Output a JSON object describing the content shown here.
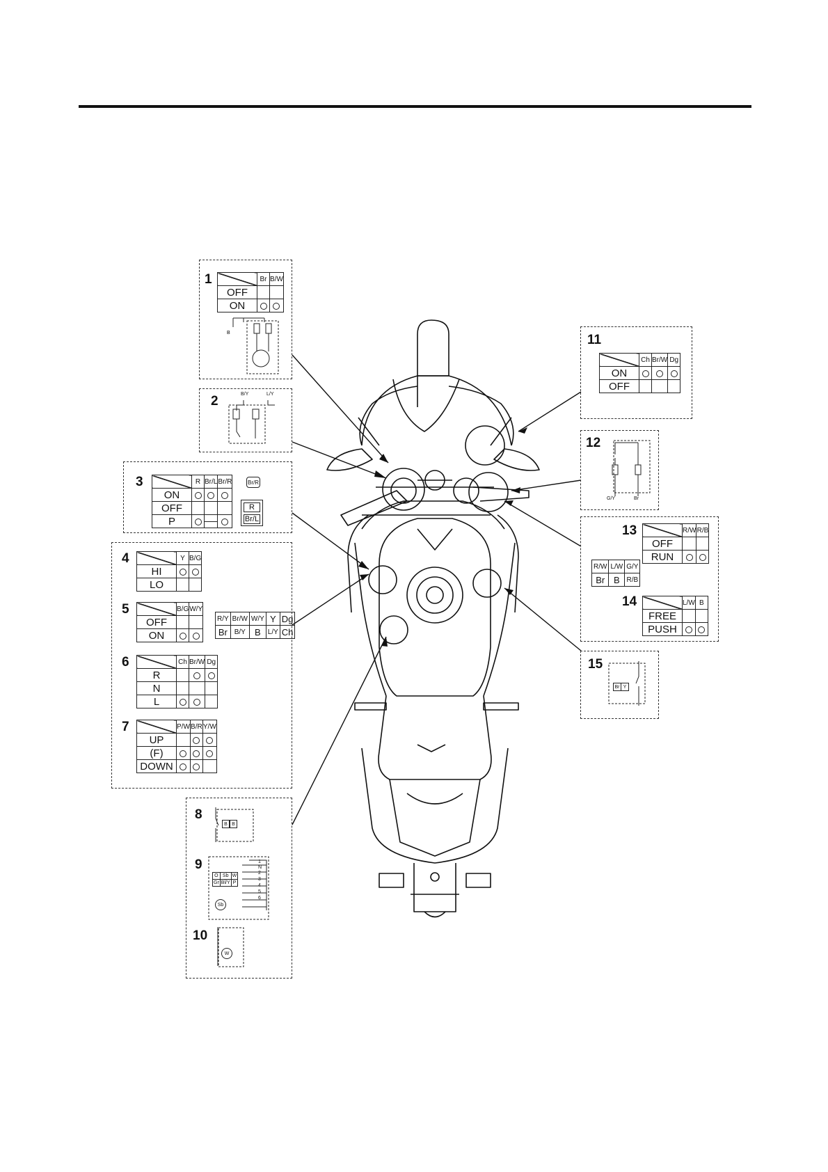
{
  "callouts": {
    "1": {
      "number": "1",
      "headers": [
        "Br",
        "B/W"
      ],
      "rows": [
        {
          "label": "OFF",
          "marks": [
            0,
            0
          ]
        },
        {
          "label": "ON",
          "marks": [
            1,
            1
          ]
        }
      ],
      "wire_label": "B"
    },
    "2": {
      "number": "2",
      "wires": [
        "B/Y",
        "L/Y"
      ]
    },
    "3": {
      "number": "3",
      "headers": [
        "R",
        "Br/L",
        "Br/R"
      ],
      "rows": [
        {
          "label": "ON",
          "marks": [
            1,
            1,
            1
          ]
        },
        {
          "label": "OFF",
          "marks": [
            0,
            0,
            0
          ]
        },
        {
          "label": "P",
          "marks": [
            1,
            0,
            1
          ]
        }
      ],
      "connector_top": "Br/R",
      "connector_pins": [
        "R",
        "Br/L"
      ]
    },
    "4": {
      "number": "4",
      "headers": [
        "Y",
        "B/G"
      ],
      "rows": [
        {
          "label": "HI",
          "marks": [
            1,
            1
          ]
        },
        {
          "label": "LO",
          "marks": [
            0,
            0
          ]
        }
      ]
    },
    "5": {
      "number": "5",
      "headers": [
        "B/G",
        "W/Y"
      ],
      "rows": [
        {
          "label": "OFF",
          "marks": [
            0,
            0
          ]
        },
        {
          "label": "ON",
          "marks": [
            1,
            1
          ]
        }
      ],
      "connector_rows": [
        [
          "R/Y",
          "Br/W",
          "W/Y",
          "Y",
          "Dg"
        ],
        [
          "Br",
          "B/Y",
          "B",
          "L/Y",
          "Ch"
        ]
      ]
    },
    "6": {
      "number": "6",
      "headers": [
        "Ch",
        "Br/W",
        "Dg"
      ],
      "rows": [
        {
          "label": "R",
          "marks": [
            0,
            1,
            1
          ]
        },
        {
          "label": "N",
          "marks": [
            0,
            0,
            0
          ]
        },
        {
          "label": "L",
          "marks": [
            1,
            1,
            0
          ]
        }
      ]
    },
    "7": {
      "number": "7",
      "headers": [
        "P/W",
        "B/R",
        "Y/W"
      ],
      "rows": [
        {
          "label": "UP",
          "marks": [
            0,
            1,
            1
          ]
        },
        {
          "label": "(F)",
          "marks": [
            1,
            1,
            1
          ]
        },
        {
          "label": "DOWN",
          "marks": [
            1,
            1,
            0
          ]
        }
      ]
    },
    "8": {
      "number": "8",
      "connector": [
        "B",
        "B"
      ]
    },
    "9": {
      "number": "9",
      "connector_rows": [
        [
          "O",
          "Sb",
          "W"
        ],
        [
          "Gr",
          "Bl/Y",
          "P"
        ]
      ],
      "positions": [
        "1",
        "N",
        "2",
        "3",
        "4",
        "5",
        "6"
      ],
      "ground_label": "Sb"
    },
    "10": {
      "number": "10",
      "connector": "W"
    },
    "11": {
      "number": "11",
      "headers": [
        "Ch",
        "Br/W",
        "Dg"
      ],
      "rows": [
        {
          "label": "ON",
          "marks": [
            1,
            1,
            1
          ]
        },
        {
          "label": "OFF",
          "marks": [
            0,
            0,
            0
          ]
        }
      ]
    },
    "12": {
      "number": "12",
      "wires": [
        "G/Y",
        "Br"
      ]
    },
    "13": {
      "number": "13",
      "headers": [
        "R/W",
        "R/B"
      ],
      "rows": [
        {
          "label": "OFF",
          "marks": [
            0,
            0
          ]
        },
        {
          "label": "RUN",
          "marks": [
            1,
            1
          ]
        }
      ],
      "connector_rows": [
        [
          "R/W",
          "L/W",
          "G/Y"
        ],
        [
          "Br",
          "B",
          "R/B"
        ]
      ]
    },
    "14": {
      "number": "14",
      "headers": [
        "L/W",
        "B"
      ],
      "rows": [
        {
          "label": "FREE",
          "marks": [
            0,
            0
          ]
        },
        {
          "label": "PUSH",
          "marks": [
            1,
            1
          ]
        }
      ]
    },
    "15": {
      "number": "15",
      "connector": [
        "Br",
        "Y"
      ]
    }
  }
}
